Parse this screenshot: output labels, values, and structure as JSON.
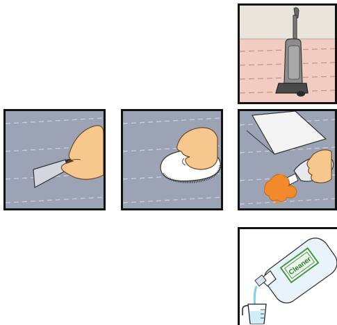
{
  "colors": {
    "frame": "#111111",
    "carpet_gray": "#9ba3b5",
    "carpet_pink": "#f2ccc0",
    "wall": "#e8e6dc",
    "skin": "#f6c88e",
    "skin_outline": "#6e4a2a",
    "tool_gray": "#cfd2d8",
    "spray_orange": "#f08a2a",
    "bottle_blue": "#e8f3fb",
    "label_green": "#3f9a3f",
    "water_blue": "#7fd0f0"
  },
  "panels": [
    {
      "id": "vacuum",
      "icon": "vacuum-icon"
    },
    {
      "id": "scrape",
      "icon": "putty-knife-icon"
    },
    {
      "id": "wipe",
      "icon": "cloth-icon"
    },
    {
      "id": "spray",
      "icon": "spray-bottle-icon"
    },
    {
      "id": "pour",
      "icon": "detergent-bottle-icon"
    }
  ],
  "bottle_label": "Cleaner"
}
